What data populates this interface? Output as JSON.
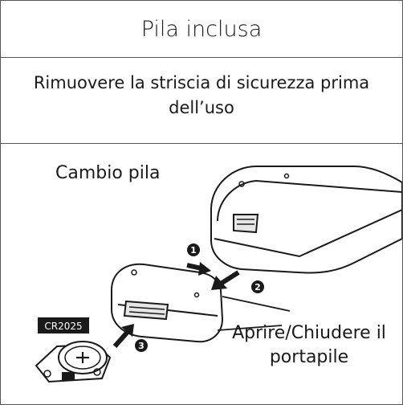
{
  "header": {
    "title": "Pila inclusa"
  },
  "notice": {
    "text": "Rimuovere la striscia di sicurezza prima dell’uso"
  },
  "illustration": {
    "section_label": "Cambio pila",
    "battery_label": "CR2025",
    "steps": [
      "1",
      "2",
      "3"
    ],
    "caption_line1": "Aprire/Chiudere il",
    "caption_line2": "portapile"
  }
}
